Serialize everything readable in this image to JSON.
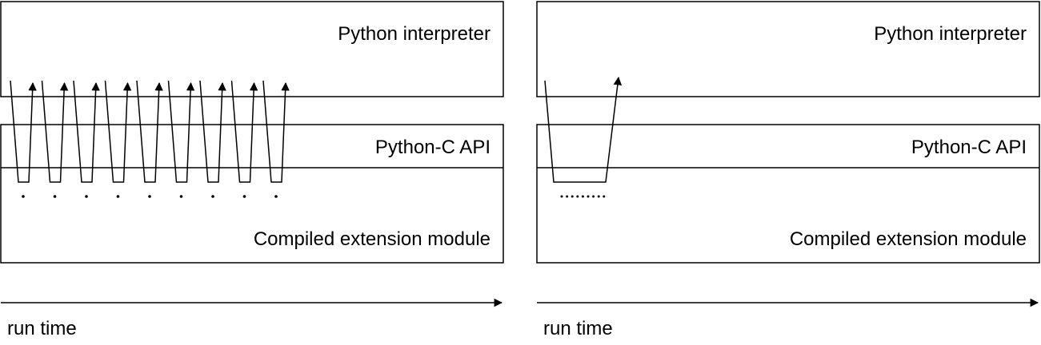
{
  "panels": [
    {
      "id": "left",
      "layers": {
        "interpreter": "Python interpreter",
        "api": "Python-C API",
        "extension": "Compiled extension module"
      },
      "time_axis_label": "run time",
      "round_trips": 9,
      "dots_per_trip": 1
    },
    {
      "id": "right",
      "layers": {
        "interpreter": "Python interpreter",
        "api": "Python-C API",
        "extension": "Compiled extension module"
      },
      "time_axis_label": "run time",
      "round_trips": 1,
      "dots_per_trip": 9
    }
  ]
}
